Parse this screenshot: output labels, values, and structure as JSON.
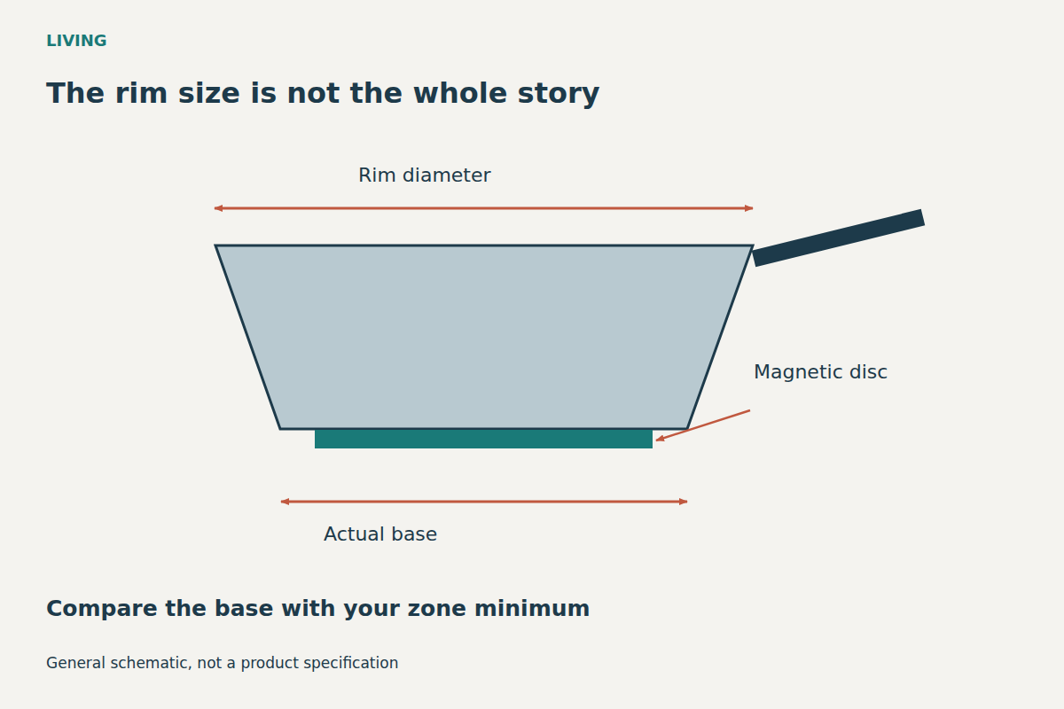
{
  "diagram": {
    "title": "The rim size is not the whole story",
    "caption": "General schematic, not a product specification",
    "labels": [
      "LIVING",
      "Rim diameter",
      "Magnetic disc",
      "Actual base",
      "Compare the base with your zone minimum"
    ]
  }
}
